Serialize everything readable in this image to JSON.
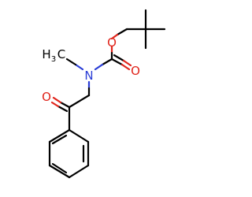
{
  "molecule": {
    "atom_labels": {
      "methyl_h": "H",
      "methyl_sub": "3",
      "methyl_c": "C",
      "nitrogen": "N",
      "carbonyl_o_carbamate": "O",
      "ester_o": "O",
      "ketone_o": "O"
    },
    "colors": {
      "bond": "#000000",
      "oxygen": "#e0241b",
      "nitrogen": "#2a3dd6"
    }
  }
}
